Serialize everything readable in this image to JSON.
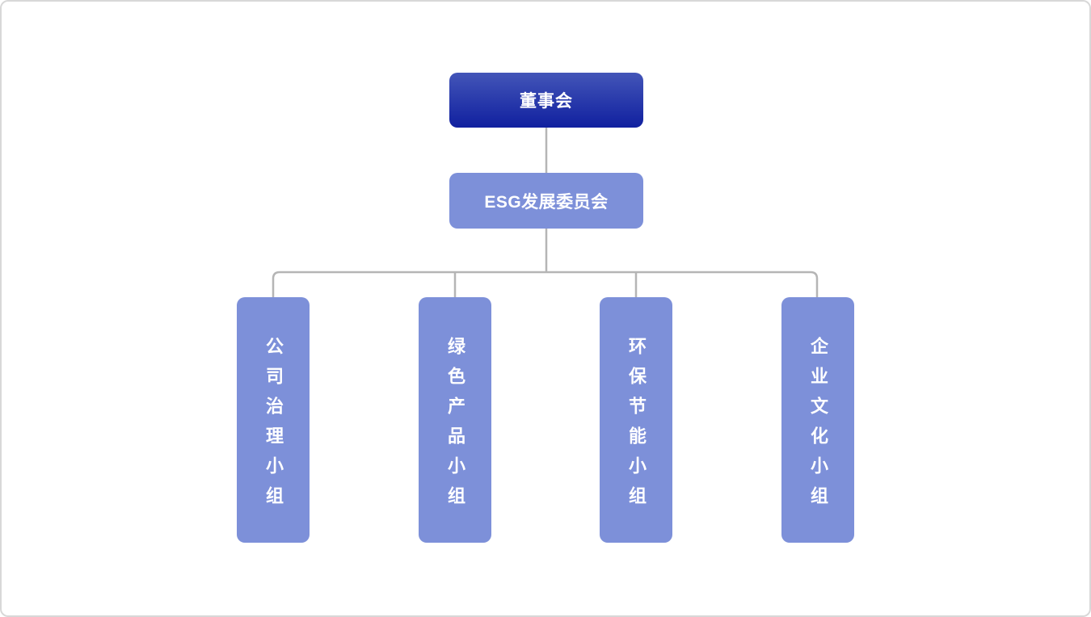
{
  "colors": {
    "canvas_background": "#ffffff",
    "frame_border": "#d8d8d8",
    "root_gradient_top": "#4355b8",
    "root_gradient_bottom": "#10209f",
    "node_fill": "#7d90d9",
    "node_text": "#ffffff",
    "connector_line": "#b5b5b5"
  },
  "nodes": {
    "board": {
      "label": "董事会"
    },
    "committee": {
      "label": "ESG发展委员会"
    },
    "groups": [
      {
        "label": "公司治理小组"
      },
      {
        "label": "绿色产品小组"
      },
      {
        "label": "环保节能小组"
      },
      {
        "label": "企业文化小组"
      }
    ]
  }
}
